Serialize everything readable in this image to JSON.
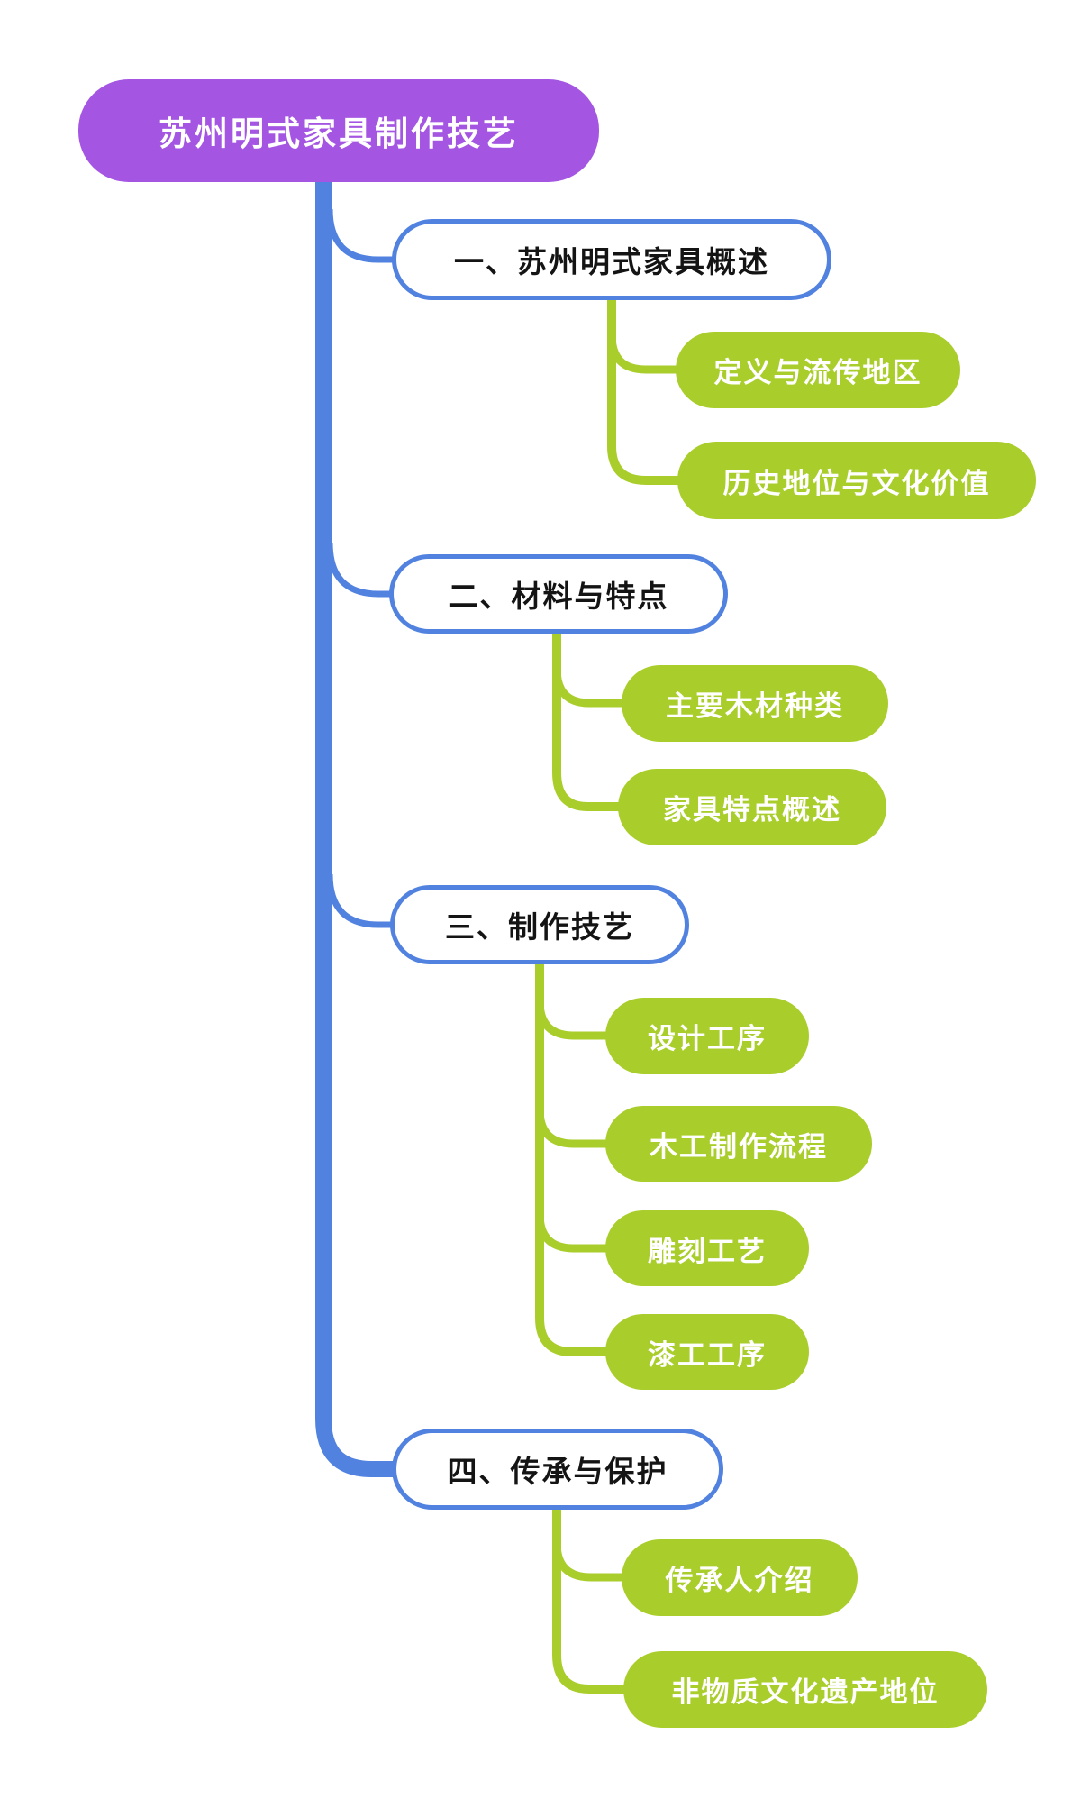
{
  "colors": {
    "root_bg": "#A455E2",
    "trunk": "#5282DF",
    "branch_border": "#5282DF",
    "child_bg": "#A9CE2B",
    "root_text": "#FFFFFF",
    "branch_text": "#141414",
    "child_text": "#FFFFFF",
    "canvas_bg": "#FFFFFF"
  },
  "mindmap": {
    "root": {
      "label": "苏州明式家具制作技艺"
    },
    "branches": [
      {
        "label": "一、苏州明式家具概述",
        "children": [
          {
            "label": "定义与流传地区"
          },
          {
            "label": "历史地位与文化价值"
          }
        ]
      },
      {
        "label": "二、材料与特点",
        "children": [
          {
            "label": "主要木材种类"
          },
          {
            "label": "家具特点概述"
          }
        ]
      },
      {
        "label": "三、制作技艺",
        "children": [
          {
            "label": "设计工序"
          },
          {
            "label": "木工制作流程"
          },
          {
            "label": "雕刻工艺"
          },
          {
            "label": "漆工工序"
          }
        ]
      },
      {
        "label": "四、传承与保护",
        "children": [
          {
            "label": "传承人介绍"
          },
          {
            "label": "非物质文化遗产地位"
          }
        ]
      }
    ]
  }
}
